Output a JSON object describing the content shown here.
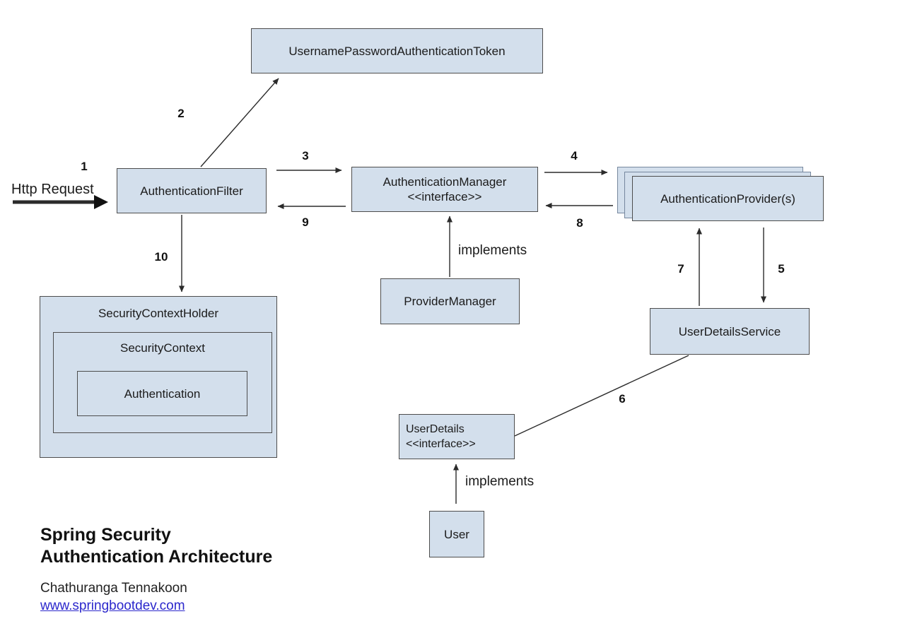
{
  "diagram": {
    "title_line1": "Spring Security",
    "title_line2": "Authentication Architecture",
    "author": "Chathuranga Tennakoon",
    "website": "www.springbootdev.com",
    "http_request_label": "Http Request",
    "nodes": {
      "token": "UsernamePasswordAuthenticationToken",
      "filter": "AuthenticationFilter",
      "manager_line1": "AuthenticationManager",
      "manager_line2": "<<interface>>",
      "providers": "AuthenticationProvider(s)",
      "provider_manager": "ProviderManager",
      "user_details_service": "UserDetailsService",
      "security_context_holder": "SecurityContextHolder",
      "security_context": "SecurityContext",
      "authentication": "Authentication",
      "user_details_line1": "UserDetails",
      "user_details_line2": "<<interface>>",
      "user": "User"
    },
    "edge_labels": {
      "n1": "1",
      "n2": "2",
      "n3": "3",
      "n4": "4",
      "n5": "5",
      "n6": "6",
      "n7": "7",
      "n8": "8",
      "n9": "9",
      "n10": "10",
      "implements_top": "implements",
      "implements_bottom": "implements"
    },
    "colors": {
      "box_fill": "#d3dfec",
      "box_border": "#4d4d4d",
      "stack_border": "#76879e",
      "link": "#2b27cc",
      "arrow": "#2b2b2b"
    }
  }
}
